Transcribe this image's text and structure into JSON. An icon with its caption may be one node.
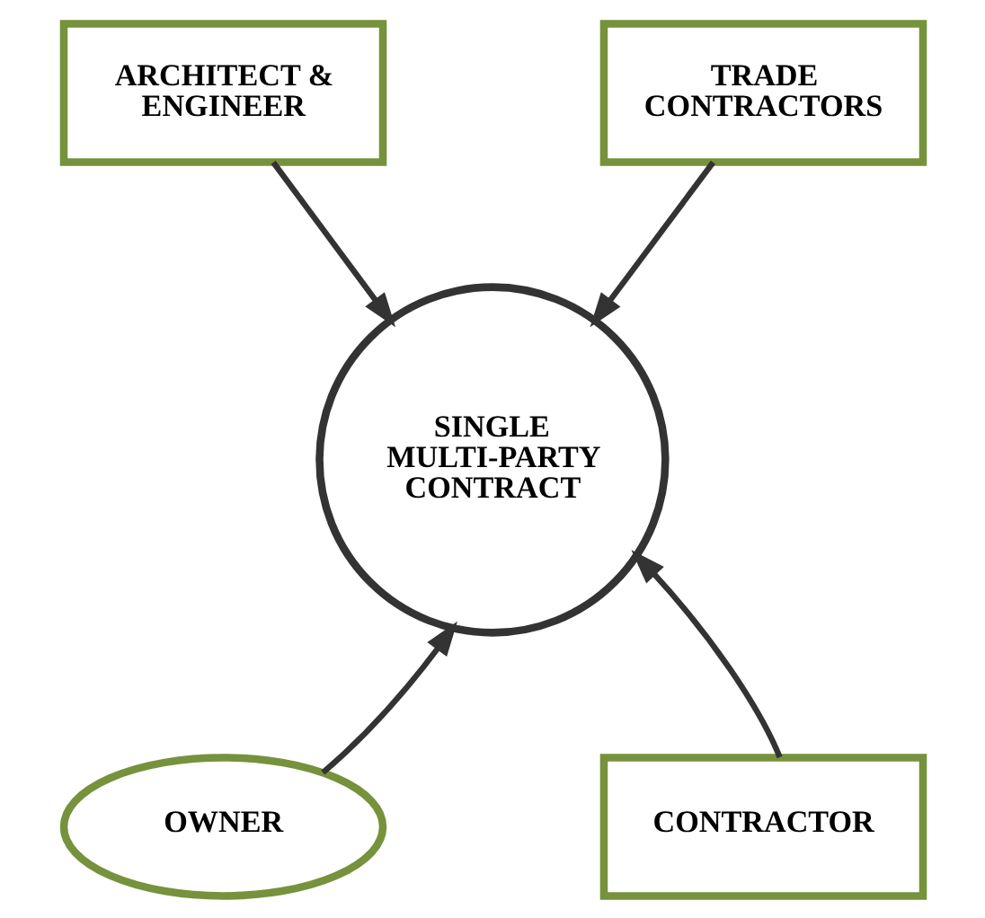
{
  "diagram": {
    "nodes": [
      {
        "text": [
          "ARCHITECT & ENGINEER"
        ]
      },
      {
        "text": [
          "TRADE CONTRACTORS"
        ]
      },
      {
        "text": [
          "SINGLE MULTI-PARTY CONTRACT"
        ]
      },
      {
        "text": [
          "OWNER"
        ]
      },
      {
        "text": [
          "CONTRACTOR"
        ]
      }
    ],
    "edges": [
      {
        "from": 0,
        "to": 2,
        "arrow": "to"
      },
      {
        "from": 1,
        "to": 2,
        "arrow": "to"
      },
      {
        "from": 3,
        "to": 2,
        "arrow": "to"
      },
      {
        "from": 4,
        "to": 2,
        "arrow": "to"
      }
    ]
  }
}
